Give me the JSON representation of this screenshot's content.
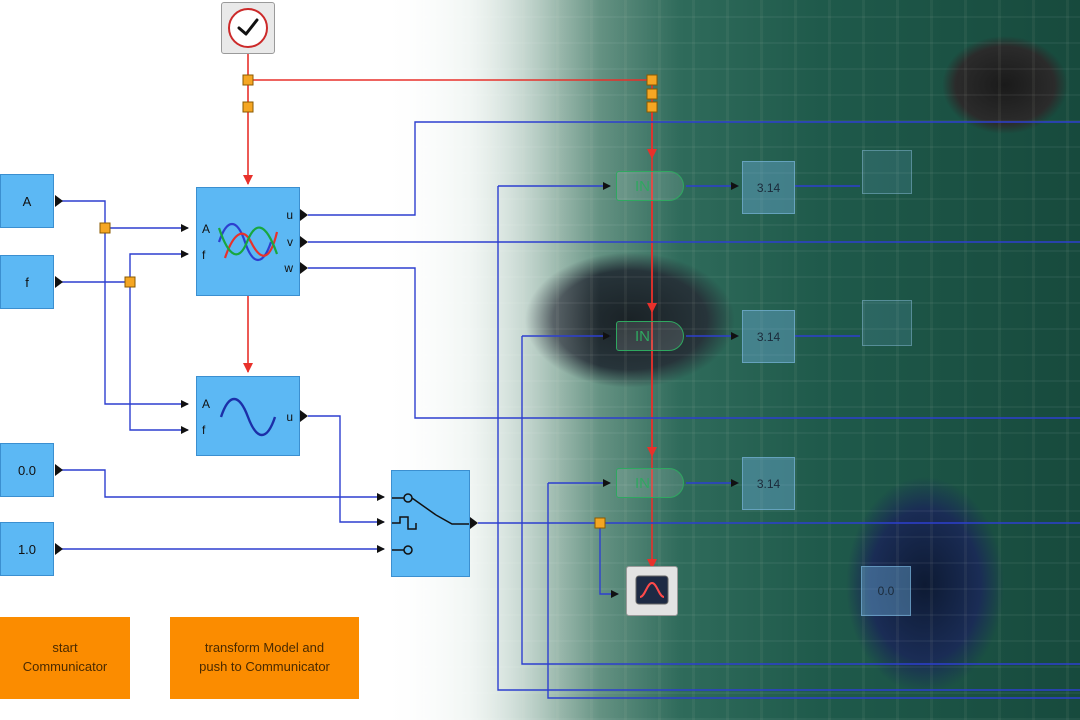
{
  "blocks": {
    "clock": {
      "icon": "clock-check-icon"
    },
    "const_a": {
      "label": "A"
    },
    "const_f": {
      "label": "f"
    },
    "const_0": {
      "label": "0.0"
    },
    "const_1": {
      "label": "1.0"
    },
    "three_phase": {
      "in_a": "A",
      "in_f": "f",
      "out_u": "u",
      "out_v": "v",
      "out_w": "w",
      "icon": "three-phase-sine-icon"
    },
    "sine": {
      "in_a": "A",
      "in_f": "f",
      "out_u": "u",
      "icon": "sine-wave-icon"
    },
    "switch": {
      "icon": "switch-icon"
    },
    "inports": [
      "IN",
      "IN",
      "IN"
    ],
    "displays": [
      "3.14",
      "3.14",
      "3.14"
    ],
    "display_bottom": "0.0",
    "scope": {
      "icon": "scope-icon"
    }
  },
  "buttons": {
    "start": "start\nCommunicator",
    "transform": "transform Model and\npush to Communicator"
  },
  "colors": {
    "block_fill": "#5cb8f4",
    "signal_wire": "#2d3fcf",
    "event_wire": "#e8312b",
    "split_point": "#f5a623",
    "action_button": "#fb8c00",
    "inport": "#2fa860"
  }
}
